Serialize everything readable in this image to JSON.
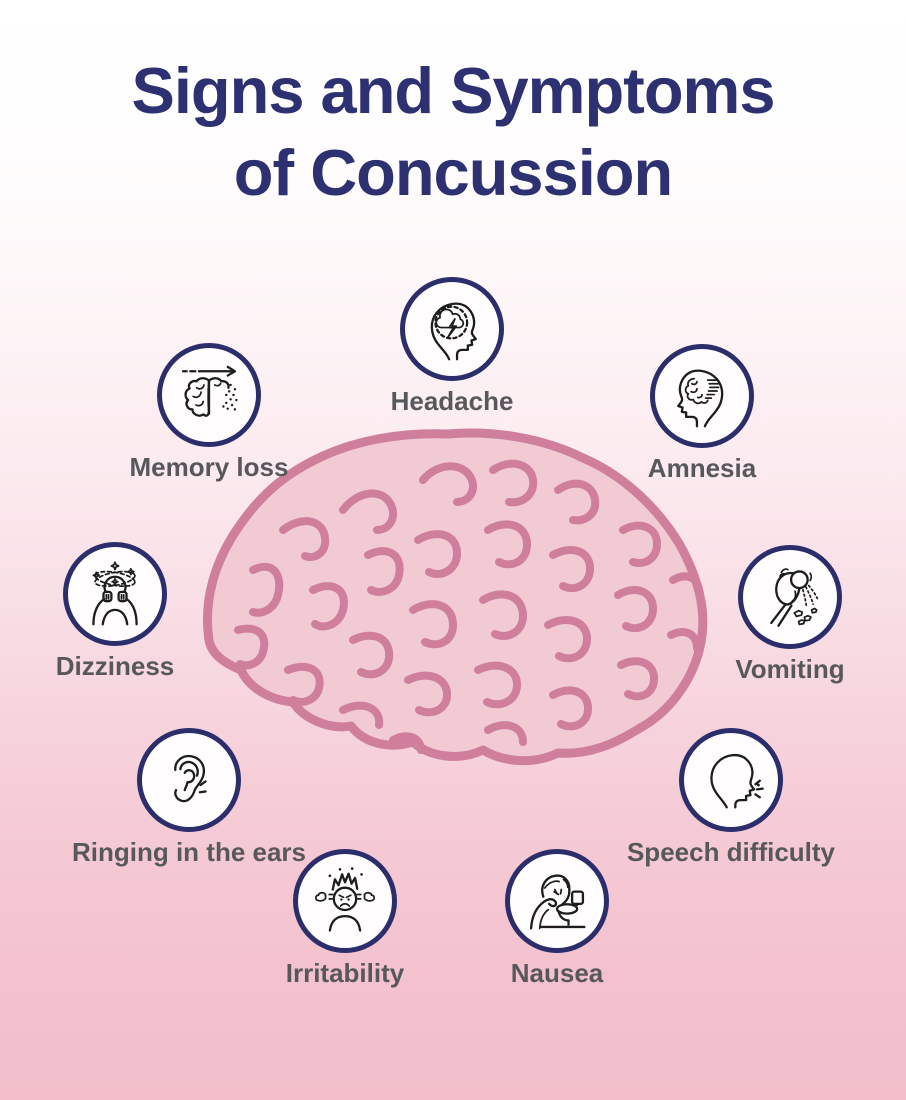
{
  "title": {
    "line1": "Signs and Symptoms",
    "line2": "of Concussion"
  },
  "colors": {
    "title_text": "#2d3071",
    "circle_border": "#2b2e6a",
    "circle_fill": "#fffdfd",
    "label_text": "#57585c",
    "icon_stroke": "#1d1d1f",
    "brain_fill": "#f1cad4",
    "brain_lines": "#cf7f9c",
    "background_top": "#ffffff",
    "background_bottom": "#f2bfcb"
  },
  "center_image": {
    "name": "brain-illustration",
    "description": "side view cartoon brain"
  },
  "symptoms": [
    {
      "label": "Headache",
      "icon": "headache-icon"
    },
    {
      "label": "Memory loss",
      "icon": "memory-loss-icon"
    },
    {
      "label": "Amnesia",
      "icon": "amnesia-icon"
    },
    {
      "label": "Dizziness",
      "icon": "dizziness-icon"
    },
    {
      "label": "Vomiting",
      "icon": "vomiting-icon"
    },
    {
      "label": "Ringing in the ears",
      "icon": "ringing-in-the-ears-icon"
    },
    {
      "label": "Speech difficulty",
      "icon": "speech-difficulty-icon"
    },
    {
      "label": "Irritability",
      "icon": "irritability-icon"
    },
    {
      "label": "Nausea",
      "icon": "nausea-icon"
    }
  ]
}
